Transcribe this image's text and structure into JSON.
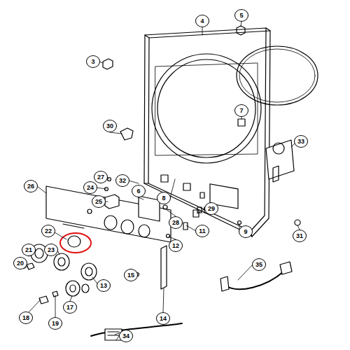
{
  "diagram": {
    "labels": [
      "3",
      "4",
      "5",
      "7",
      "30",
      "33",
      "32",
      "6",
      "27",
      "24",
      "8",
      "26",
      "25",
      "29",
      "28",
      "11",
      "9",
      "22",
      "12",
      "31",
      "21",
      "23",
      "20",
      "13",
      "15",
      "14",
      "35",
      "18",
      "19",
      "17",
      "34"
    ]
  }
}
